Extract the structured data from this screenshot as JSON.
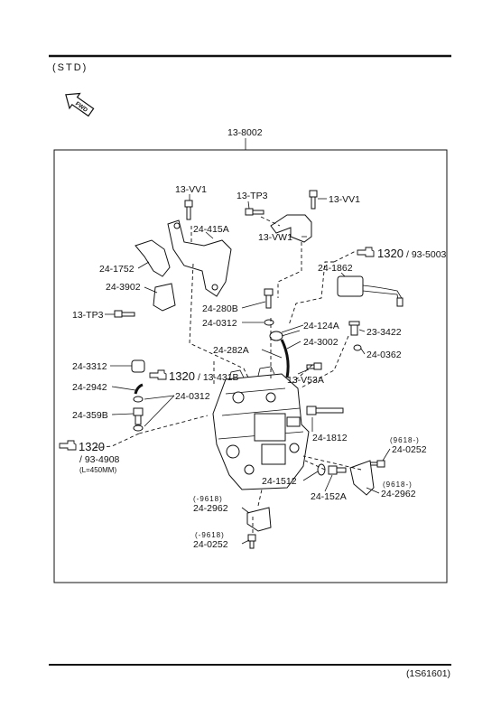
{
  "header": {
    "variant": "(STD)",
    "fwd_label": "FWD"
  },
  "footer": {
    "figure_code": "(1S61601)"
  },
  "assembly": {
    "code": "13-8002"
  },
  "ref_labels": {
    "ref_13_vv1_left": "13-VV1",
    "ref_13_tp3_top": "13-TP3",
    "ref_13_vv1_right": "13-VV1",
    "ref_13_vw1": "13-VW1",
    "ref_24_415a": "24-415A",
    "ref_24_1752": "24-1752",
    "ref_24_3902": "24-3902",
    "ref_13_tp3_left": "13-TP3",
    "ref_24_1862": "24-1862",
    "ref_24_280b": "24-280B",
    "ref_24_0312_top": "24-0312",
    "ref_24_124a": "24-124A",
    "ref_23_3422": "23-3422",
    "ref_24_3002": "24-3002",
    "ref_24_282a": "24-282A",
    "ref_24_0362": "24-0362",
    "ref_24_3312": "24-3312",
    "ref_13_v53a": "13-V53A",
    "ref_24_2942": "24-2942",
    "ref_24_0312_mid": "24-0312",
    "ref_24_359b": "24-359B",
    "ref_24_1812": "24-1812",
    "ref_24_0252_right": "24-0252",
    "ref_24_1512": "24-1512",
    "ref_24_152a": "24-152A",
    "ref_24_2962_right": "24-2962",
    "ref_24_2962_left": "24-2962",
    "ref_24_0252_left": "24-0252"
  },
  "date_notes": {
    "right_upper": "(9618-)",
    "right_lower": "(9618-)",
    "left_upper": "(-9618)",
    "left_lower": "(-9618)"
  },
  "cross_refs": {
    "top_right": {
      "main": "1320",
      "sub": "/ 93-5003"
    },
    "middle": {
      "main": "1320",
      "sub": "/ 13-431B"
    },
    "left": {
      "main": "1320",
      "sub": "/ 93-4908",
      "note": "(L=450MM)"
    }
  },
  "icons": {
    "fwd_arrow": "fwd-arrow-icon",
    "pointing_hand": "pointing-hand-icon"
  }
}
